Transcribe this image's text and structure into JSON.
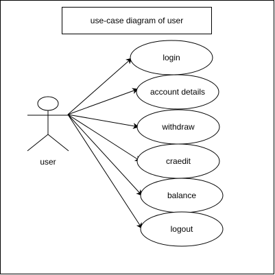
{
  "diagram": {
    "title": "use-case diagram of user",
    "actor": {
      "label": "user",
      "icon": "stick-figure-actor"
    },
    "use_cases": [
      {
        "key": "login",
        "label": "login"
      },
      {
        "key": "account-details",
        "label": "account details"
      },
      {
        "key": "withdraw",
        "label": "withdraw"
      },
      {
        "key": "craedit",
        "label": "craedit"
      },
      {
        "key": "balance",
        "label": "balance"
      },
      {
        "key": "logout",
        "label": "logout"
      }
    ],
    "colors": {
      "stroke": "#000000",
      "fill": "#ffffff"
    }
  }
}
